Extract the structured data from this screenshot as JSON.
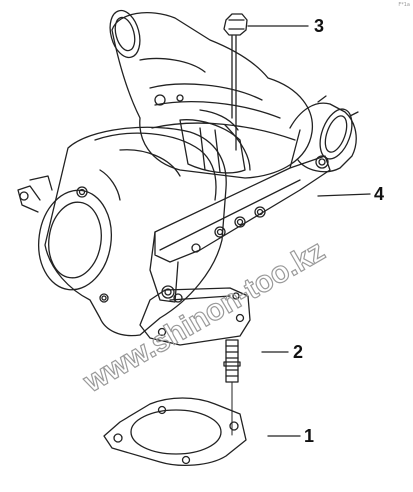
{
  "diagram": {
    "callouts": [
      {
        "id": "callout-3",
        "label": "3"
      },
      {
        "id": "callout-2",
        "label": "2"
      },
      {
        "id": "callout-1",
        "label": "1"
      },
      {
        "id": "callout-4",
        "label": "4"
      }
    ],
    "watermark": "www.shinon-too.kz",
    "corner_mark": "F*1a"
  },
  "colors": {
    "line": "#222222",
    "watermark": "#9a9a9a",
    "background": "#ffffff"
  }
}
